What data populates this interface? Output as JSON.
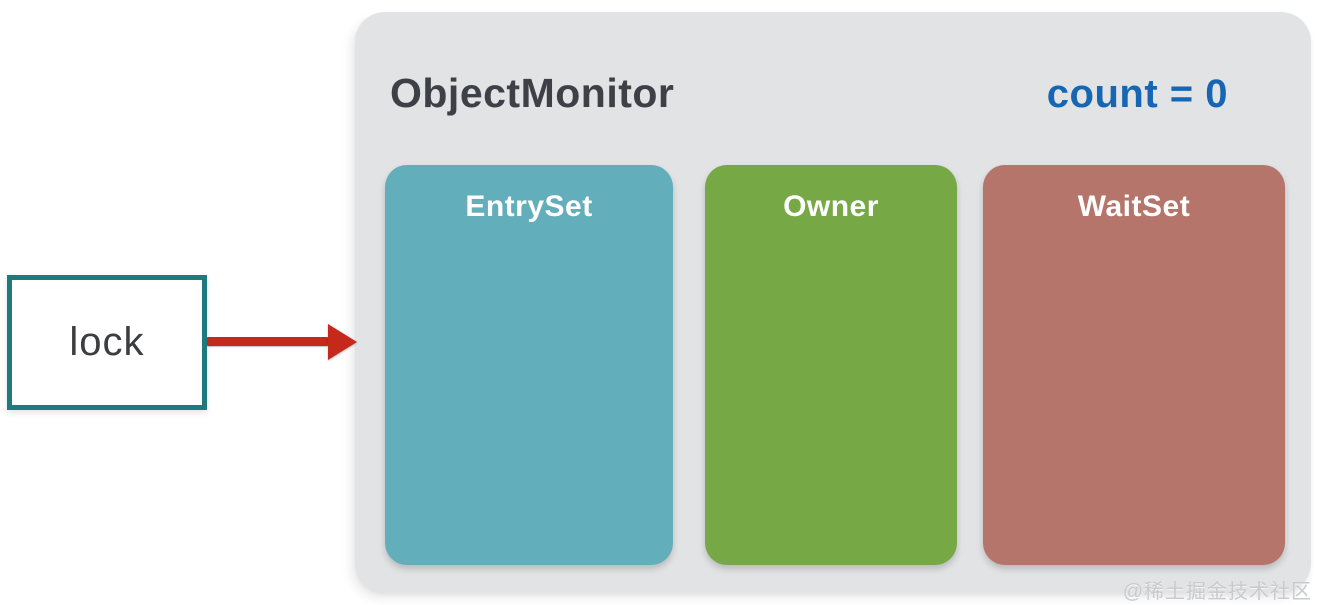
{
  "monitor": {
    "title": "ObjectMonitor",
    "count_label": "count = 0",
    "sections": [
      {
        "id": "entryset",
        "label": "EntrySet",
        "color": "#63aebb"
      },
      {
        "id": "owner",
        "label": "Owner",
        "color": "#76a845"
      },
      {
        "id": "waitset",
        "label": "WaitSet",
        "color": "#b5756b"
      }
    ]
  },
  "lock": {
    "label": "lock"
  },
  "page": {
    "watermark": "@稀土掘金技术社区"
  },
  "colors": {
    "panel_bg": "#e2e3e5",
    "title_text": "#3d4046",
    "count_text": "#1766b3",
    "section_text": "#ffffff",
    "arrow_red": "#c5291b",
    "lock_border": "#1e7b7d"
  }
}
